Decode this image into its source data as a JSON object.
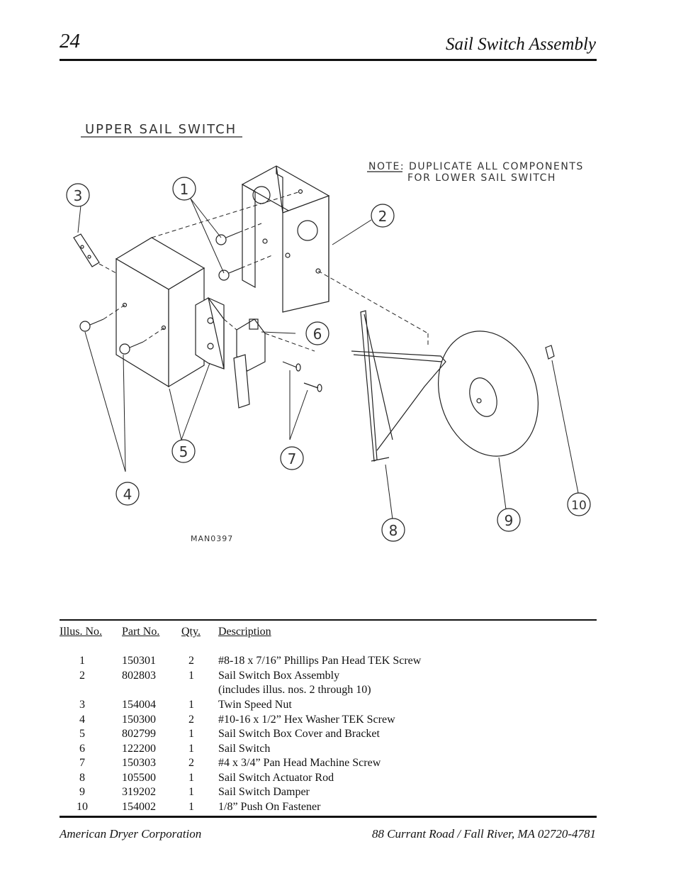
{
  "header": {
    "page_number": "24",
    "title": "Sail Switch Assembly"
  },
  "drawing": {
    "caption": "UPPER SAIL SWITCH",
    "note_line1": "NOTE: DUPLICATE ALL COMPONENTS",
    "note_line2": "FOR LOWER SAIL SWITCH",
    "drawing_code": "MAN0397",
    "callouts": [
      "1",
      "2",
      "3",
      "4",
      "5",
      "6",
      "7",
      "8",
      "9",
      "10"
    ]
  },
  "parts_table": {
    "headers": [
      "Illus. No.",
      "Part No.",
      "Qty.",
      "Description"
    ],
    "rows": [
      {
        "illus": "1",
        "part": "150301",
        "qty": "2",
        "desc": "#8-18 x 7/16” Phillips Pan Head TEK Screw"
      },
      {
        "illus": "2",
        "part": "802803",
        "qty": "1",
        "desc": "Sail Switch Box Assembly",
        "desc2": "(includes illus. nos. 2 through 10)"
      },
      {
        "illus": "3",
        "part": "154004",
        "qty": "1",
        "desc": "Twin Speed Nut"
      },
      {
        "illus": "4",
        "part": "150300",
        "qty": "2",
        "desc": "#10-16 x 1/2” Hex Washer TEK Screw"
      },
      {
        "illus": "5",
        "part": "802799",
        "qty": "1",
        "desc": "Sail Switch Box Cover and Bracket"
      },
      {
        "illus": "6",
        "part": "122200",
        "qty": "1",
        "desc": "Sail Switch"
      },
      {
        "illus": "7",
        "part": "150303",
        "qty": "2",
        "desc": "#4 x 3/4” Pan Head Machine Screw"
      },
      {
        "illus": "8",
        "part": "105500",
        "qty": "1",
        "desc": "Sail Switch Actuator Rod"
      },
      {
        "illus": "9",
        "part": "319202",
        "qty": "1",
        "desc": "Sail Switch Damper"
      },
      {
        "illus": "10",
        "part": "154002",
        "qty": "1",
        "desc": "1/8” Push On Fastener"
      }
    ]
  },
  "footer": {
    "left": "American Dryer Corporation",
    "right": "88 Currant Road / Fall River, MA 02720-4781"
  }
}
